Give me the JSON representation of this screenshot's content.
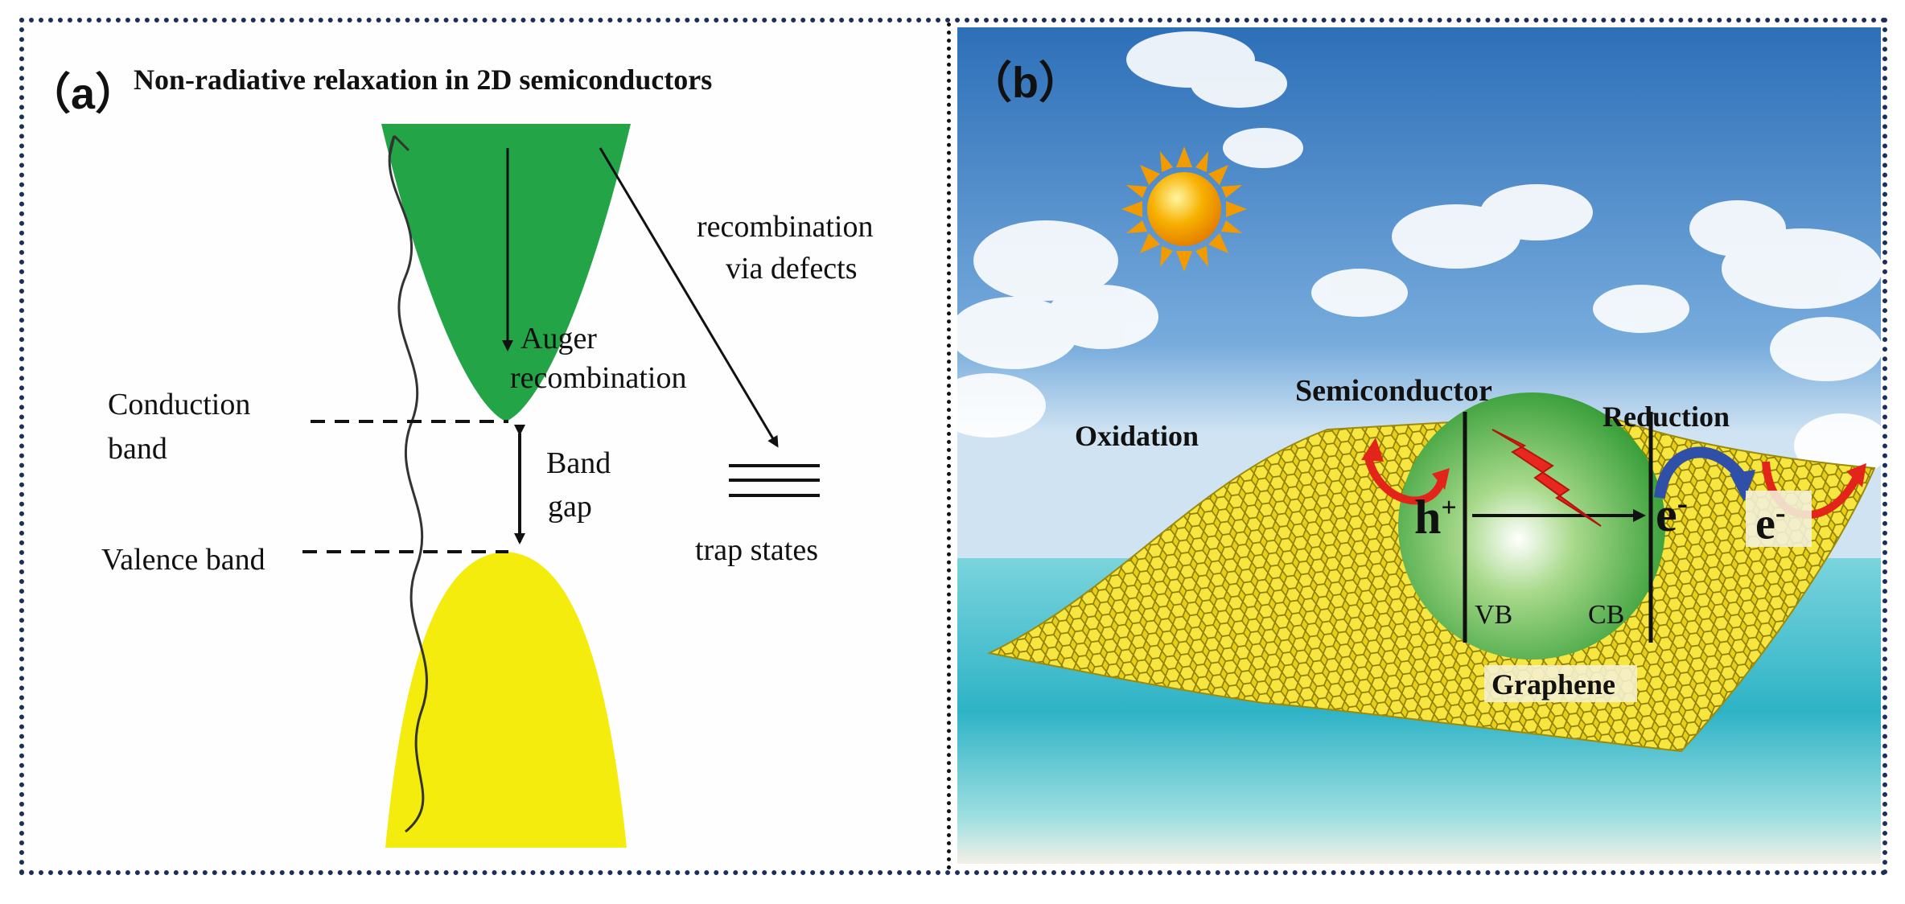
{
  "panel_a": {
    "label": "（a）",
    "title": "Non-radiative relaxation in 2D semiconductors",
    "conduction_band_label_1": "Conduction",
    "conduction_band_label_2": "band",
    "valence_band_label": "Valence band",
    "auger_label_1": "Auger",
    "auger_label_2": "recombination",
    "band_gap_label_1": "Band",
    "band_gap_label_2": "gap",
    "defects_label_1": "recombination",
    "defects_label_2": "via defects",
    "trap_states_label": "trap states",
    "colors": {
      "conduction": "#22a447",
      "valence": "#f4ec0d"
    }
  },
  "panel_b": {
    "label": "（b）",
    "semiconductor_label": "Semiconductor",
    "oxidation_label": "Oxidation",
    "reduction_label": "Reduction",
    "hole_label": "h",
    "hole_sup": "+",
    "electron_label": "e",
    "electron_sup": "-",
    "electron2_label": "e",
    "electron2_sup": "-",
    "vb_label": "VB",
    "cb_label": "CB",
    "graphene_label": "Graphene",
    "icons": [
      "sun-icon",
      "lightning-icon",
      "oxidation-arrow-icon",
      "reduction-arrow-icon",
      "transfer-arrow-icon"
    ],
    "colors": {
      "sky": "#3d7fc4",
      "sea": "#33b7c9",
      "graphene": "#ecd21a",
      "sphere": "#3fae3c",
      "arrow_red": "#e3241b",
      "arrow_blue": "#2f4fa8"
    }
  }
}
